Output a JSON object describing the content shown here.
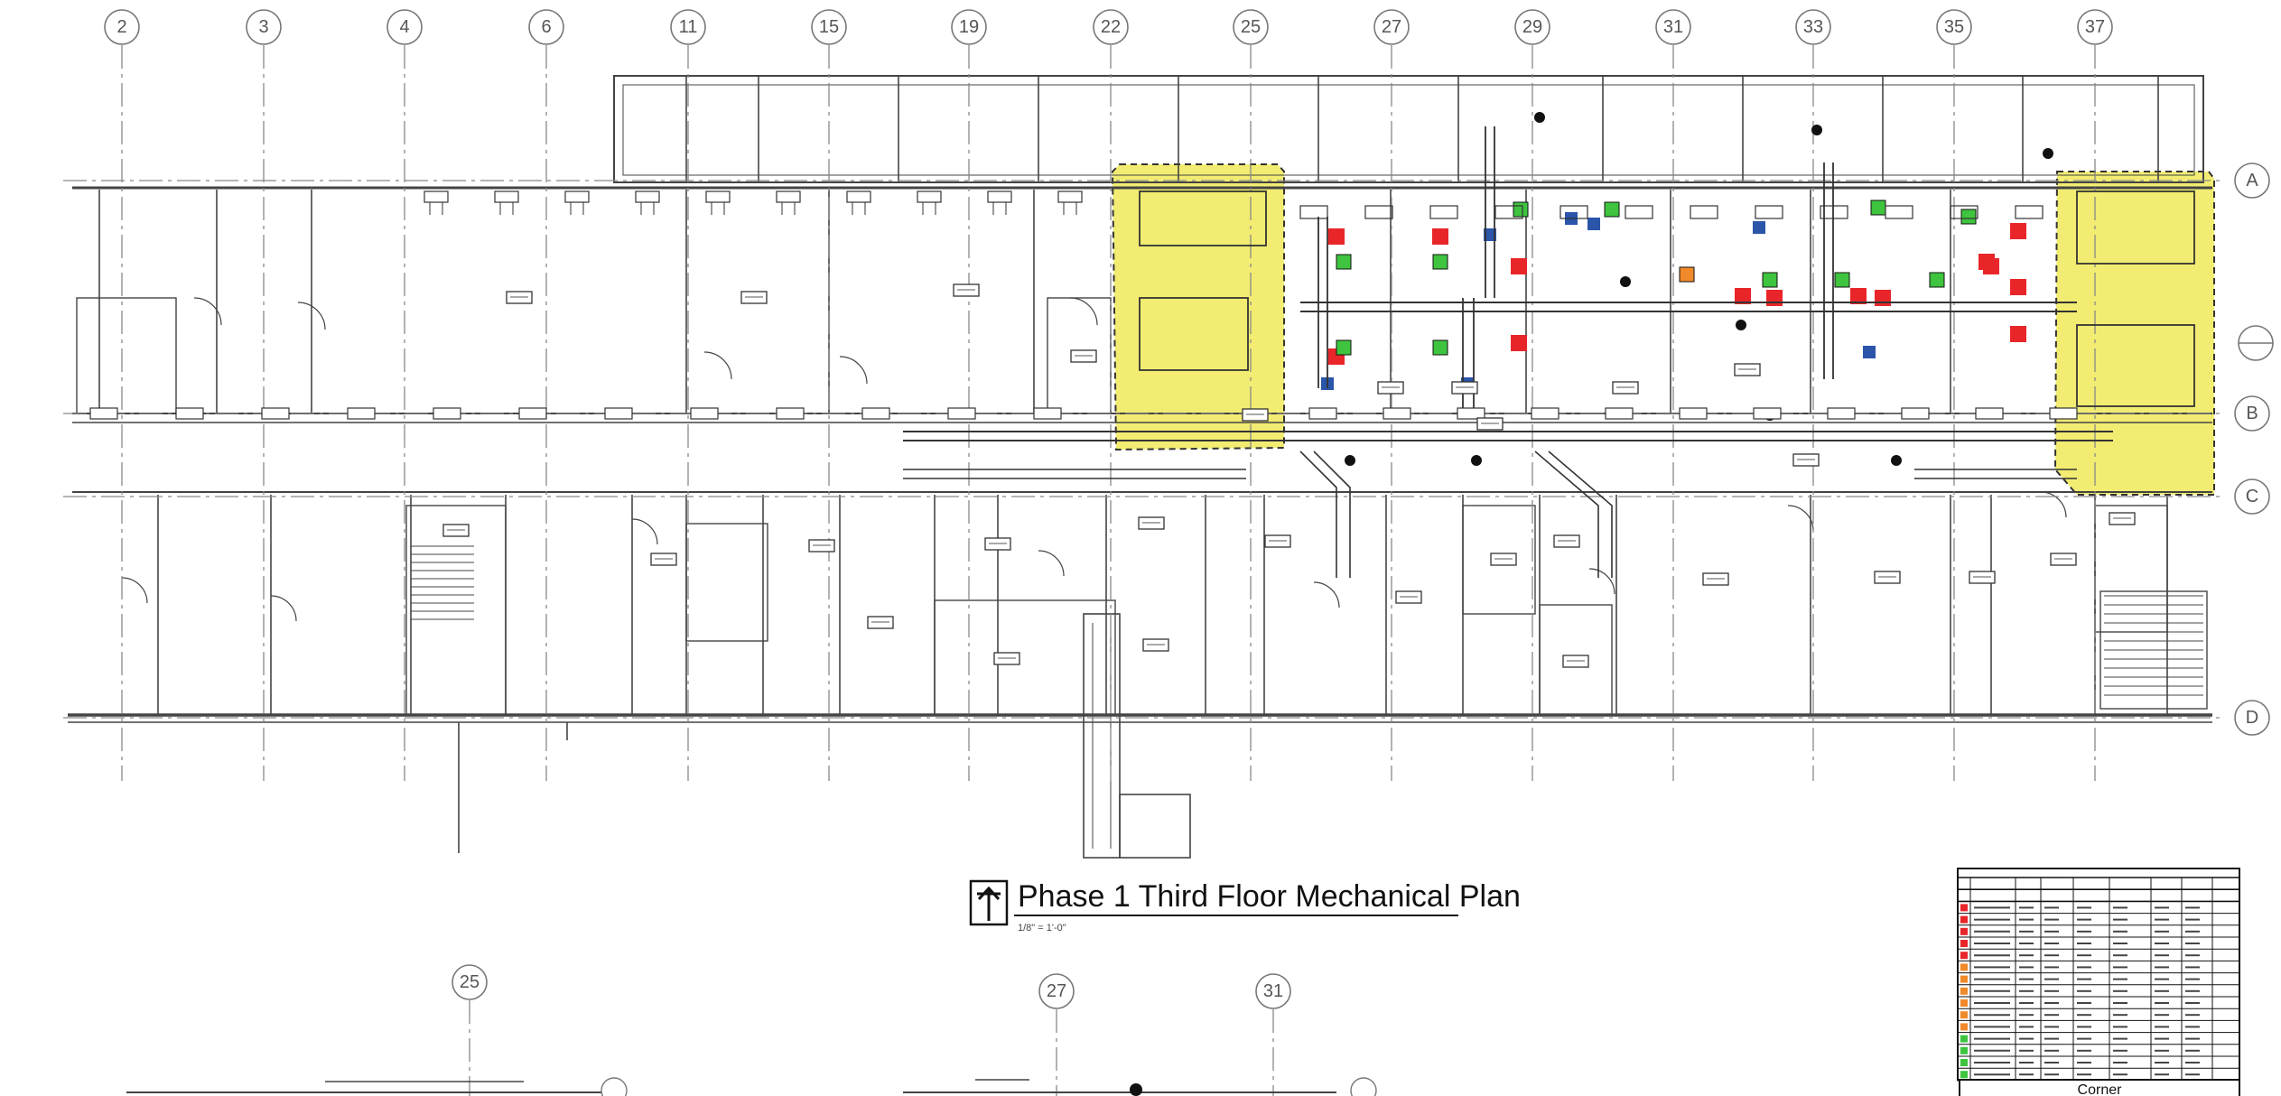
{
  "drawing": {
    "title": "Phase 1 Third Floor Mechanical Plan",
    "scale": "1/8\" = 1'-0\"",
    "column_grid_labels": [
      "2",
      "3",
      "4",
      "6",
      "11",
      "15",
      "19",
      "22",
      "25",
      "27",
      "29",
      "31",
      "33",
      "35",
      "37"
    ],
    "row_grid_labels": [
      "A",
      "B",
      "C",
      "D"
    ],
    "partial_plan_labels": [
      "25",
      "27",
      "31"
    ],
    "legend_title": "Corner",
    "highlight_color": "#f2ec72",
    "status_colors": {
      "red": "#e8262a",
      "green": "#3ec43e",
      "blue": "#2a55a8",
      "orange": "#f08a2a"
    }
  }
}
